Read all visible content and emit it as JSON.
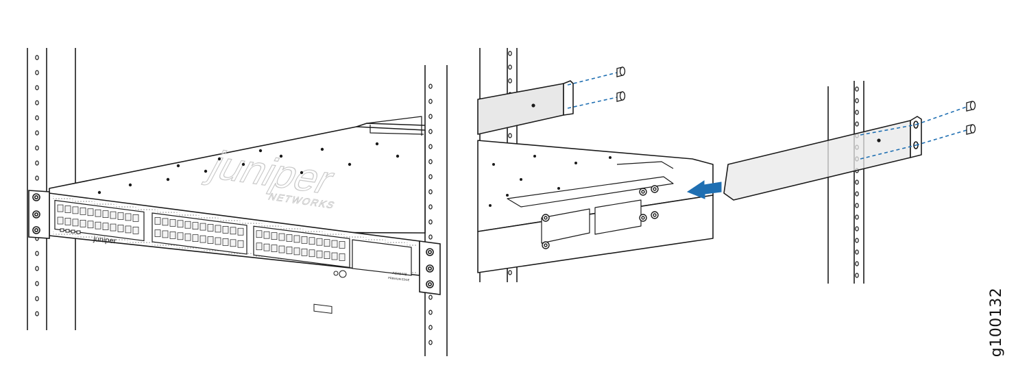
{
  "figure": {
    "id_label": "g100132",
    "brand_logo_text": "juniper",
    "brand_logo_subtext": "NETWORKS",
    "front_panel_logo_text": "juniper",
    "model_label": "ACX5448",
    "model_sublabel": "PREMIUM EDGE"
  },
  "colors": {
    "line": "#1a1a1a",
    "bracket_fill": "#e8e8e8",
    "arrow": "#1f6fb2",
    "screw_guide": "#1f6fb2"
  },
  "icons": [
    "arrow-left-icon",
    "screw-icon"
  ]
}
